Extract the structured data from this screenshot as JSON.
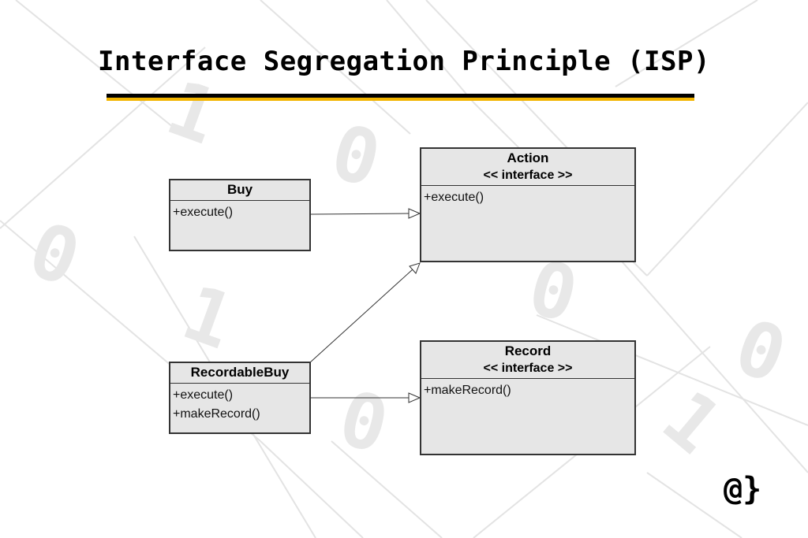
{
  "title": "Interface Segregation Principle (ISP)",
  "colors": {
    "accent": "#f2b400",
    "rule": "#000000",
    "box_fill": "#e6e6e6",
    "box_border": "#333333"
  },
  "background_digits": [
    "1",
    "0",
    "0",
    "1",
    "0",
    "0",
    "0",
    "1"
  ],
  "classes": {
    "buy": {
      "name": "Buy",
      "operations": [
        "+execute()"
      ]
    },
    "recordable_buy": {
      "name": "RecordableBuy",
      "operations": [
        "+execute()",
        "+makeRecord()"
      ]
    }
  },
  "interfaces": {
    "action": {
      "name": "Action",
      "stereotype": "<< interface >>",
      "operations": [
        "+execute()"
      ]
    },
    "record": {
      "name": "Record",
      "stereotype": "<< interface >>",
      "operations": [
        "+makeRecord()"
      ]
    }
  },
  "relations": [
    {
      "from": "Buy",
      "to": "Action",
      "type": "realization"
    },
    {
      "from": "RecordableBuy",
      "to": "Action",
      "type": "realization"
    },
    {
      "from": "RecordableBuy",
      "to": "Record",
      "type": "realization"
    }
  ],
  "logo": "@}"
}
